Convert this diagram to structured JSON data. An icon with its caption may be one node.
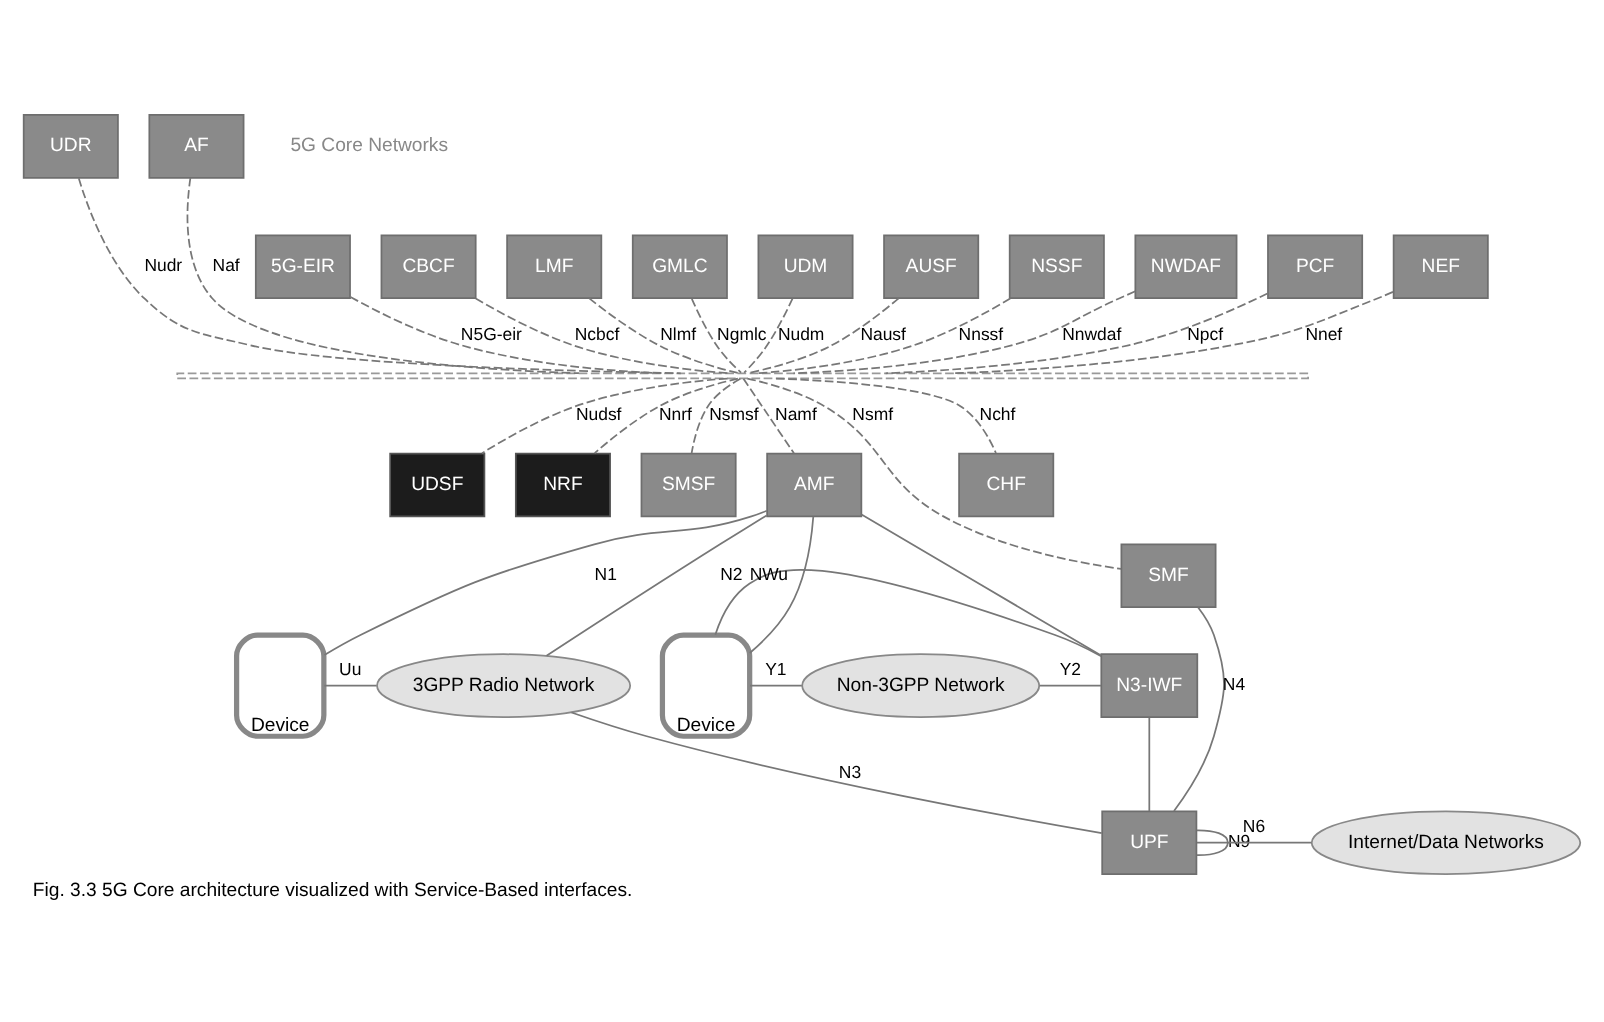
{
  "diagram": {
    "caption": "Fig. 3.3 5G Core architecture visualized with Service-Based interfaces.",
    "nodes": [
      {
        "text": [
          "UDR"
        ]
      },
      {
        "text": [
          "AF"
        ]
      },
      {
        "text": [
          "5G-EIR"
        ]
      },
      {
        "text": [
          "CBCF"
        ]
      },
      {
        "text": [
          "LMF"
        ]
      },
      {
        "text": [
          "GMLC"
        ]
      },
      {
        "text": [
          "UDM"
        ]
      },
      {
        "text": [
          "AUSF"
        ]
      },
      {
        "text": [
          "NSSF"
        ]
      },
      {
        "text": [
          "NWDAF"
        ]
      },
      {
        "text": [
          "PCF"
        ]
      },
      {
        "text": [
          "NEF"
        ]
      },
      {
        "text": [],
        "shape": "bar"
      },
      {
        "text": [
          "UDSF"
        ]
      },
      {
        "text": [
          "NRF"
        ]
      },
      {
        "text": [
          "SMSF"
        ]
      },
      {
        "text": [
          "AMF"
        ]
      },
      {
        "text": [
          "SMF"
        ]
      },
      {
        "text": [
          "CHF"
        ]
      },
      {
        "text": [
          "Device"
        ]
      },
      {
        "text": [
          "3GPP Radio Network"
        ]
      },
      {
        "text": [
          "UPF"
        ]
      },
      {
        "text": [
          "Internet/Data Networks"
        ]
      },
      {
        "text": [
          "Device"
        ]
      },
      {
        "text": [
          "Non-3GPP Network"
        ]
      },
      {
        "text": [
          "N3-IWF"
        ]
      }
    ],
    "edges": [
      {
        "from": 0,
        "to": 12,
        "arrow": "none",
        "label": "Nudr",
        "style": "dashed"
      },
      {
        "from": 1,
        "to": 12,
        "arrow": "none",
        "label": "Naf",
        "style": "dashed"
      },
      {
        "from": 2,
        "to": 12,
        "arrow": "none",
        "label": "N5G-eir",
        "style": "dashed"
      },
      {
        "from": 3,
        "to": 12,
        "arrow": "none",
        "label": "Ncbcf",
        "style": "dashed"
      },
      {
        "from": 4,
        "to": 12,
        "arrow": "none",
        "label": "Nlmf",
        "style": "dashed"
      },
      {
        "from": 5,
        "to": 12,
        "arrow": "none",
        "label": "Ngmlc",
        "style": "dashed"
      },
      {
        "from": 6,
        "to": 12,
        "arrow": "none",
        "label": "Nudm",
        "style": "dashed"
      },
      {
        "from": 7,
        "to": 12,
        "arrow": "none",
        "label": "Nausf",
        "style": "dashed"
      },
      {
        "from": 8,
        "to": 12,
        "arrow": "none",
        "label": "Nnssf",
        "style": "dashed"
      },
      {
        "from": 9,
        "to": 12,
        "arrow": "none",
        "label": "Nnwdaf",
        "style": "dashed"
      },
      {
        "from": 10,
        "to": 12,
        "arrow": "none",
        "label": "Npcf",
        "style": "dashed"
      },
      {
        "from": 11,
        "to": 12,
        "arrow": "none",
        "label": "Nnef",
        "style": "dashed"
      },
      {
        "from": 12,
        "to": 13,
        "arrow": "none",
        "label": "Nudsf",
        "style": "dashed"
      },
      {
        "from": 12,
        "to": 14,
        "arrow": "none",
        "label": "Nnrf",
        "style": "dashed"
      },
      {
        "from": 12,
        "to": 15,
        "arrow": "none",
        "label": "Nsmsf",
        "style": "dashed"
      },
      {
        "from": 12,
        "to": 16,
        "arrow": "none",
        "label": "Namf",
        "style": "dashed"
      },
      {
        "from": 12,
        "to": 17,
        "arrow": "none",
        "label": "Nsmf",
        "style": "dashed"
      },
      {
        "from": 12,
        "to": 18,
        "arrow": "none",
        "label": "Nchf",
        "style": "dashed"
      },
      {
        "from": 16,
        "to": 19,
        "arrow": "none",
        "label": "N1"
      },
      {
        "from": 16,
        "to": 20,
        "arrow": "none",
        "label": "N2"
      },
      {
        "from": 16,
        "to": 23,
        "arrow": "none"
      },
      {
        "from": 16,
        "to": 25,
        "arrow": "none"
      },
      {
        "from": 17,
        "to": 21,
        "arrow": "none",
        "label": "N4"
      },
      {
        "from": 19,
        "to": 20,
        "arrow": "none",
        "label": "Uu"
      },
      {
        "from": 20,
        "to": 21,
        "arrow": "none",
        "label": "N3"
      },
      {
        "from": 25,
        "to": 21,
        "arrow": "none"
      },
      {
        "from": 21,
        "to": 21,
        "arrow": "none",
        "label": "N9"
      },
      {
        "from": 21,
        "to": 22,
        "arrow": "none",
        "label": "N6"
      },
      {
        "from": 23,
        "to": 25,
        "arrow": "none",
        "label": "NWu"
      },
      {
        "from": 23,
        "to": 24,
        "arrow": "none",
        "label": "Y1"
      },
      {
        "from": 24,
        "to": 25,
        "arrow": "none",
        "label": "Y2"
      }
    ],
    "labels": [
      "5G Core Networks"
    ]
  }
}
